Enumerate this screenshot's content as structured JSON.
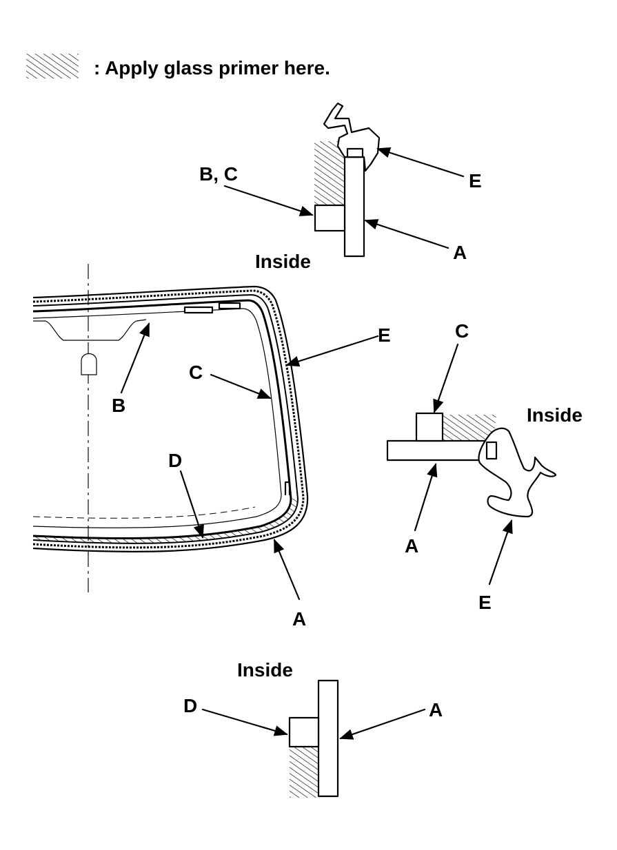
{
  "legend": {
    "text": ": Apply glass primer here."
  },
  "labels": {
    "top_bc": "B, C",
    "top_e": "E",
    "top_a": "A",
    "top_inside": "Inside",
    "main_b": "B",
    "main_c": "C",
    "main_d": "D",
    "main_e": "E",
    "main_a": "A",
    "right_c": "C",
    "right_inside": "Inside",
    "right_a": "A",
    "right_e": "E",
    "bottom_inside": "Inside",
    "bottom_d": "D",
    "bottom_a": "A"
  },
  "colors": {
    "ink": "#000000",
    "paper": "#ffffff"
  }
}
